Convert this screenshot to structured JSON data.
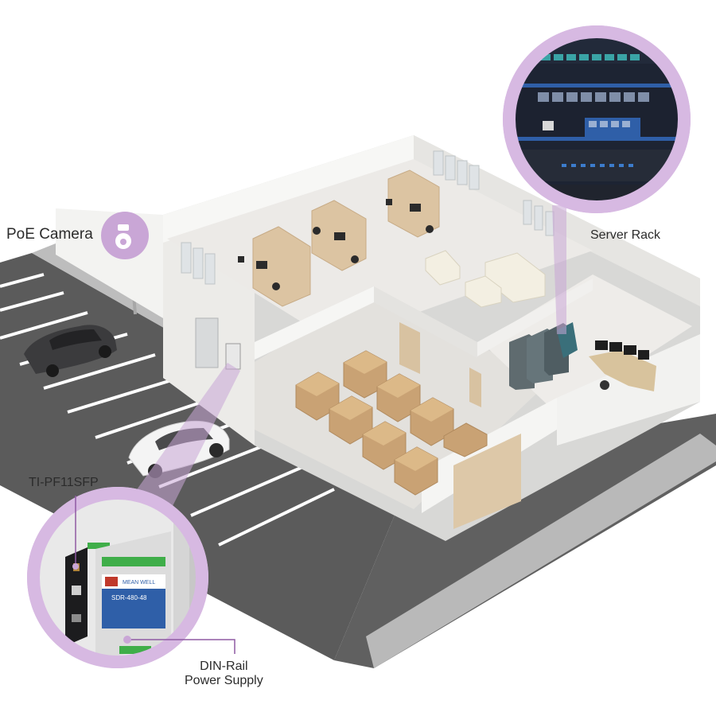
{
  "callouts": {
    "poe_camera": "PoE Camera",
    "server_rack": "Server Rack",
    "switch_model": "TI-PF11SFP",
    "power_supply_line1": "DIN-Rail",
    "power_supply_line2": "Power Supply"
  },
  "device_text": {
    "power_supply_brand": "MEAN WELL",
    "power_supply_model": "SDR-480-48"
  },
  "colors": {
    "callout_purple": "#c9a6d6",
    "callout_ring": "#d7b9e2",
    "floor": "#e9e8e6",
    "walls": "#f6f6f4",
    "boxes": "#c9a274",
    "parking_asphalt": "#5b5b5b",
    "sidewalk": "#b9b9b9",
    "switch_blue": "#2f5fa8"
  },
  "icons": {
    "camera": "poe-camera-icon",
    "building": "building-cutaway-icon"
  }
}
